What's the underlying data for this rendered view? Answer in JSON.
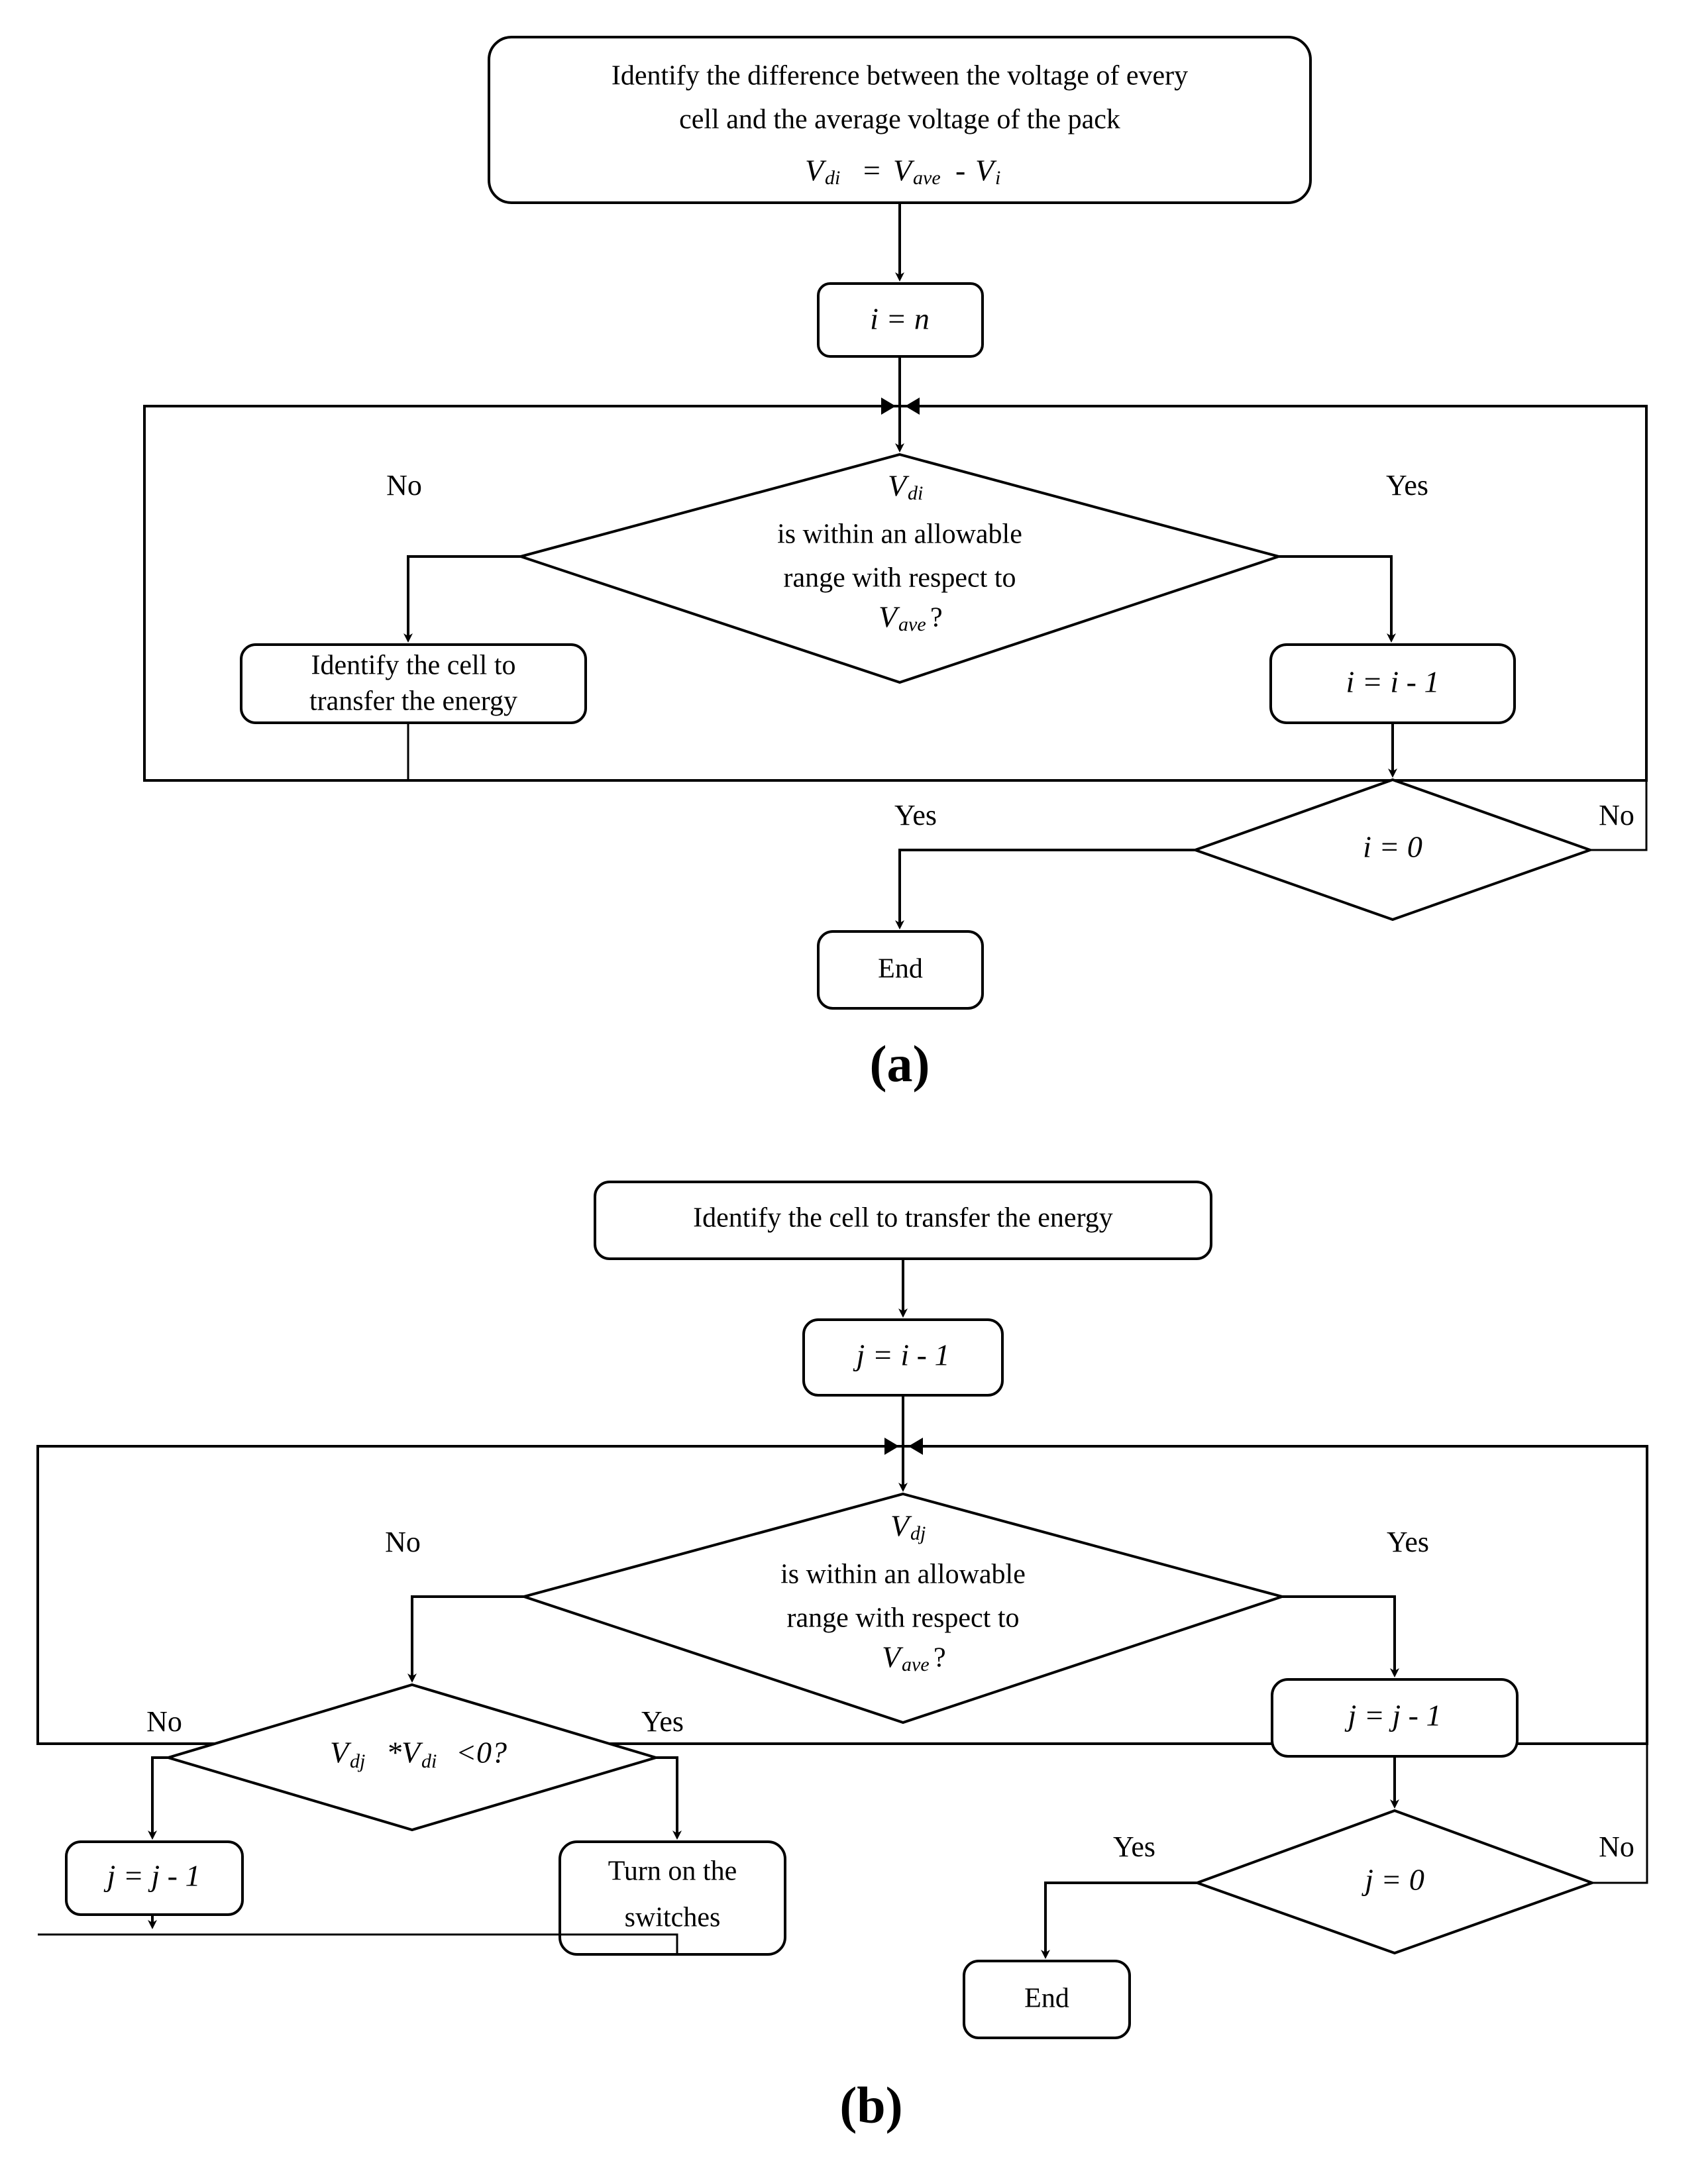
{
  "figure": {
    "panels": [
      {
        "id": "a",
        "caption": "(a)",
        "nodes": {
          "start": {
            "type": "process",
            "lines": [
              "Identify the difference between the voltage of every",
              "cell and the average voltage of the pack"
            ],
            "formula": {
              "lhs": "V",
              "lhs_sub": "di",
              "eq": "=",
              "rhs1": "V",
              "rhs1_sub": "ave",
              "op": "-",
              "rhs2": "V",
              "rhs2_sub": "i"
            }
          },
          "init": {
            "type": "process",
            "label": "i = n"
          },
          "decision_main": {
            "type": "decision",
            "line1_var": "V",
            "line1_sub": "di",
            "line2": "is within an allowable",
            "line3": "range with respect to",
            "line4_var": "V",
            "line4_sub": "ave",
            "line4_tail": "?"
          },
          "identify_cell": {
            "type": "process",
            "lines": [
              "Identify the cell to",
              "transfer the energy"
            ]
          },
          "decrement": {
            "type": "process",
            "label": "i = i - 1"
          },
          "decision_zero": {
            "type": "decision",
            "label": "i = 0"
          },
          "end": {
            "type": "terminator",
            "label": "End"
          }
        },
        "edge_labels": {
          "main_no": "No",
          "main_yes": "Yes",
          "zero_yes": "Yes",
          "zero_no": "No"
        }
      },
      {
        "id": "b",
        "caption": "(b)",
        "nodes": {
          "start": {
            "type": "process",
            "label": "Identify the cell to transfer the energy"
          },
          "init": {
            "type": "process",
            "label": "j = i - 1"
          },
          "decision_main": {
            "type": "decision",
            "line1_var": "V",
            "line1_sub": "dj",
            "line2": "is within an allowable",
            "line3": "range with respect to",
            "line4_var": "V",
            "line4_sub": "ave",
            "line4_tail": "?"
          },
          "decision_sign": {
            "type": "decision",
            "v1": "V",
            "v1_sub": "dj",
            "mid": "*",
            "v2": "V",
            "v2_sub": "di",
            "tail": "<0?"
          },
          "dec_left": {
            "type": "process",
            "label": "j = j - 1"
          },
          "turn_on": {
            "type": "process",
            "lines": [
              "Turn on the",
              "switches"
            ]
          },
          "dec_right": {
            "type": "process",
            "label": "j = j - 1"
          },
          "decision_zero": {
            "type": "decision",
            "label": "j = 0"
          },
          "end": {
            "type": "terminator",
            "label": "End"
          }
        },
        "edge_labels": {
          "main_no": "No",
          "main_yes": "Yes",
          "sign_no": "No",
          "sign_yes": "Yes",
          "zero_yes": "Yes",
          "zero_no": "No"
        }
      }
    ]
  },
  "colors": {
    "stroke": "#000000",
    "fill": "#ffffff",
    "text": "#000000"
  }
}
